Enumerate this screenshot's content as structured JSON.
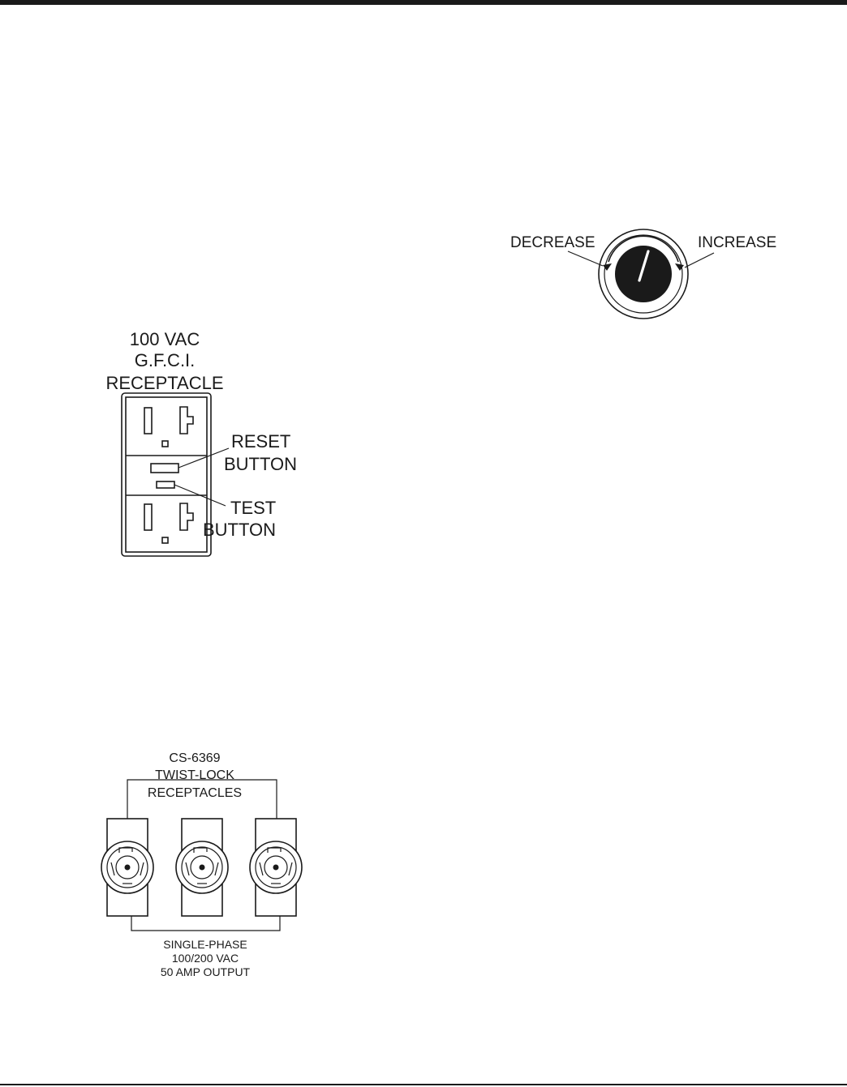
{
  "voltage_adjust": {
    "decrease_label": "DECREASE",
    "increase_label": "INCREASE"
  },
  "gfci": {
    "title_line1": "100 VAC",
    "title_line2": "G.F.C.I.",
    "title_line3": "RECEPTACLE",
    "reset_line1": "RESET",
    "reset_line2": "BUTTON",
    "test_line1": "TEST",
    "test_line2": "BUTTON"
  },
  "twist_lock": {
    "title_line1": "CS-6369",
    "title_line2": "TWIST-LOCK",
    "title_line3": "RECEPTACLES",
    "output_line1": "SINGLE-PHASE",
    "output_line2": "100/200 VAC",
    "output_line3": "50 AMP OUTPUT"
  },
  "icons": {
    "knob": "voltage-adjust-knob-icon",
    "gfci": "gfci-receptacle-icon",
    "twist_lock": "twist-lock-receptacle-icon"
  }
}
